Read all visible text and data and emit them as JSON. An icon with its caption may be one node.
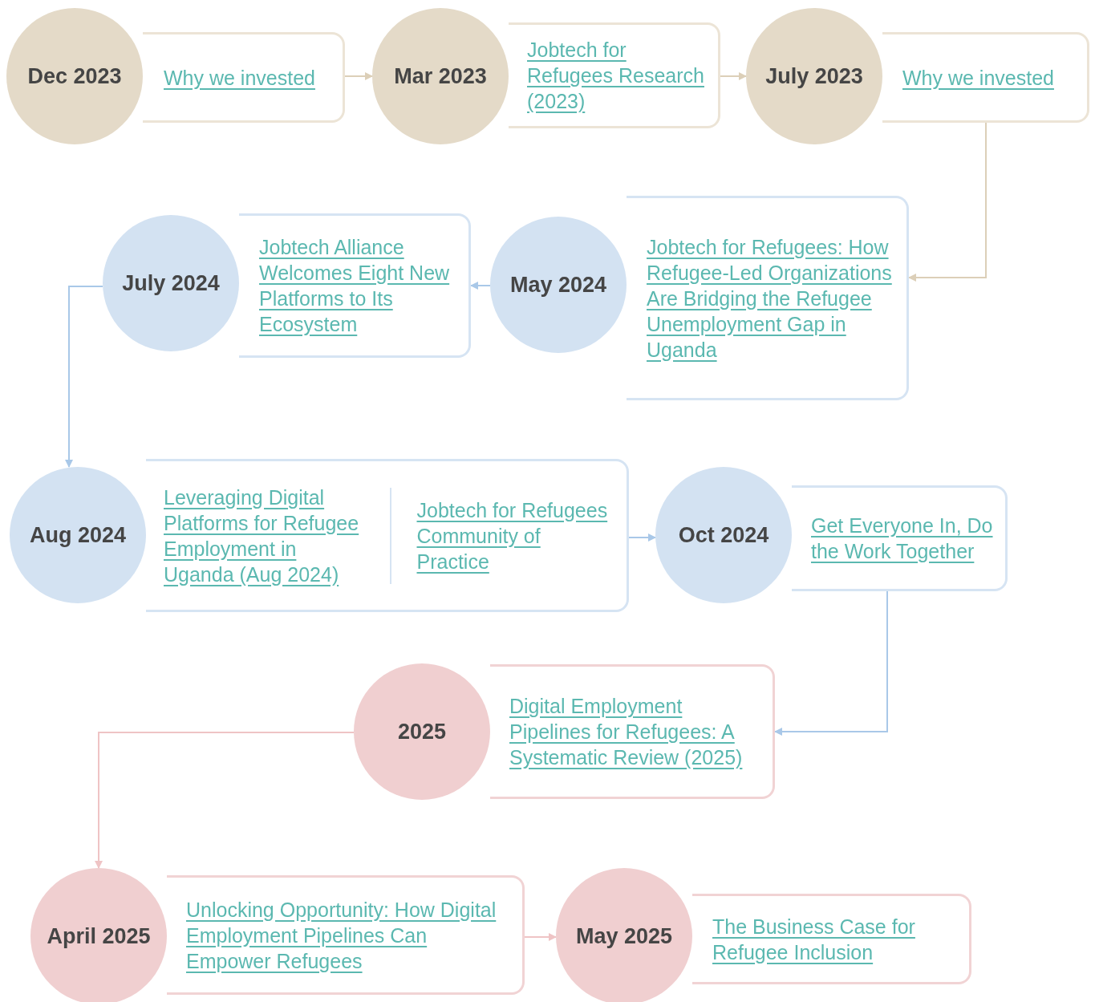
{
  "diagram": {
    "nodes": [
      {
        "text": [
          "Dec 2023"
        ]
      },
      {
        "text": [
          "Why we invested"
        ]
      },
      {
        "text": [
          "Mar 2023"
        ]
      },
      {
        "text": [
          "Jobtech for Refugees Research (2023)"
        ]
      },
      {
        "text": [
          "July 2023"
        ]
      },
      {
        "text": [
          "Why we invested"
        ]
      },
      {
        "text": [
          "July 2024"
        ]
      },
      {
        "text": [
          "Jobtech Alliance Welcomes Eight New Platforms to Its Ecosystem"
        ]
      },
      {
        "text": [
          "May 2024"
        ]
      },
      {
        "text": [
          "Jobtech for Refugees: How Refugee-Led Organizations Are Bridging the Refugee Unemployment Gap in Uganda"
        ]
      },
      {
        "text": [
          "Aug 2024"
        ]
      },
      {
        "text": [
          "Leveraging Digital Platforms for Refugee Employment in Uganda (Aug 2024)",
          "Jobtech for Refugees Community of Practice"
        ]
      },
      {
        "text": [
          "Oct 2024"
        ]
      },
      {
        "text": [
          "Get Everyone In, Do the Work Together"
        ]
      },
      {
        "text": [
          "2025"
        ]
      },
      {
        "text": [
          "Digital Employment Pipelines for Refugees: A Systematic Review (2025)"
        ]
      },
      {
        "text": [
          "April 2025"
        ]
      },
      {
        "text": [
          "Unlocking Opportunity: How Digital Employment Pipelines Can Empower Refugees"
        ]
      },
      {
        "text": [
          "May 2025"
        ]
      },
      {
        "text": [
          "The Business Case for Refugee Inclusion"
        ]
      }
    ],
    "edges": [
      {
        "from": 1,
        "to": 2,
        "arrow": "to",
        "color": "#dccfb8"
      },
      {
        "from": 3,
        "to": 4,
        "arrow": "to",
        "color": "#dccfb8"
      },
      {
        "from": 5,
        "to": 9,
        "arrow": "to",
        "color": "#dccfb8"
      },
      {
        "from": 8,
        "to": 7,
        "arrow": "to",
        "color": "#a9c8e8"
      },
      {
        "from": 6,
        "to": 10,
        "arrow": "to",
        "color": "#a9c8e8"
      },
      {
        "from": 11,
        "to": 12,
        "arrow": "to",
        "color": "#a9c8e8"
      },
      {
        "from": 13,
        "to": 15,
        "arrow": "to",
        "color": "#a9c8e8"
      },
      {
        "from": 14,
        "to": 16,
        "arrow": "to",
        "color": "#efc4c5"
      },
      {
        "from": 17,
        "to": 18,
        "arrow": "to",
        "color": "#efc4c5"
      }
    ]
  }
}
